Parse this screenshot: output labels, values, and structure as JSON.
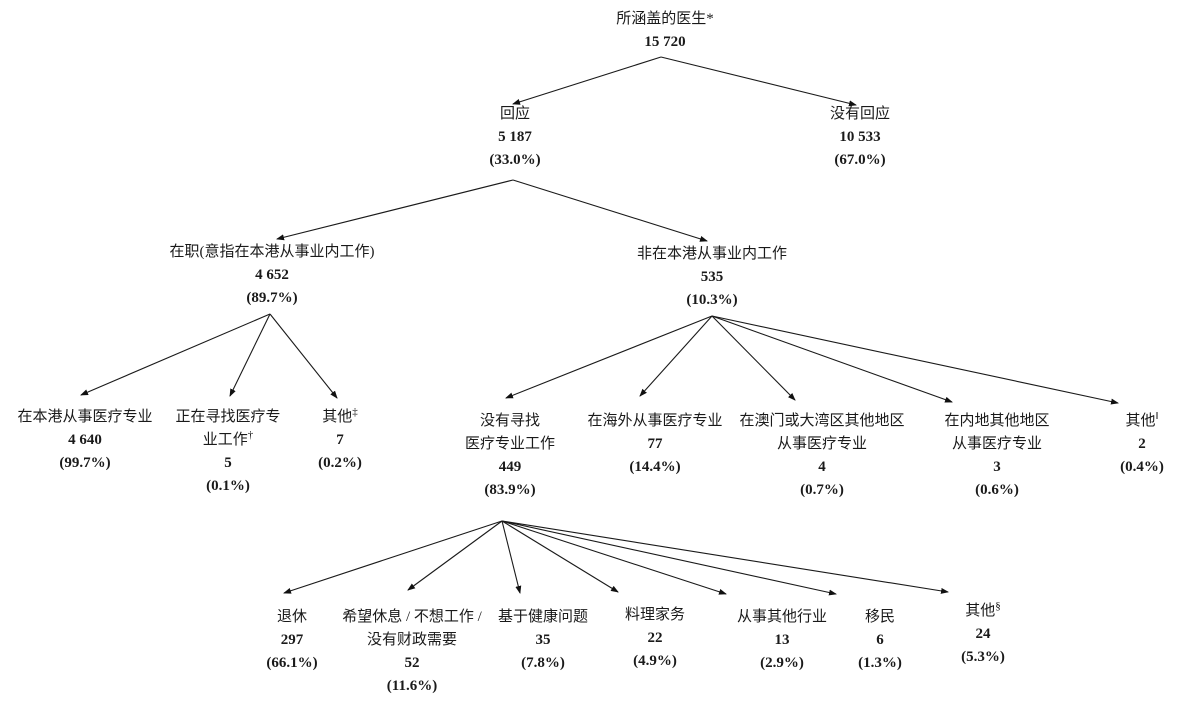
{
  "nodes": {
    "root": {
      "label": "所涵盖的医生*",
      "value": "15 720"
    },
    "responded": {
      "label": "回应",
      "value": "5 187",
      "pct": "(33.0%)"
    },
    "notResponded": {
      "label": "没有回应",
      "value": "10 533",
      "pct": "(67.0%)"
    },
    "working": {
      "label": "在职(意指在本港从事业内工作)",
      "value": "4 652",
      "pct": "(89.7%)"
    },
    "notWorkingHK": {
      "label": "非在本港从事业内工作",
      "value": "535",
      "pct": "(10.3%)"
    },
    "hkMedical": {
      "label": "在本港从事医疗专业",
      "value": "4 640",
      "pct": "(99.7%)"
    },
    "seekingWork": {
      "label1": "正在寻找医疗专",
      "label2": "业工作",
      "marker": "†",
      "value": "5",
      "pct": "(0.1%)"
    },
    "othersA": {
      "label": "其他",
      "marker": "‡",
      "value": "7",
      "pct": "(0.2%)"
    },
    "notSeeking": {
      "label1": "没有寻找",
      "label2": "医疗专业工作",
      "value": "449",
      "pct": "(83.9%)"
    },
    "overseas": {
      "label": "在海外从事医疗专业",
      "value": "77",
      "pct": "(14.4%)"
    },
    "macaoGBA": {
      "label1": "在澳门或大湾区其他地区",
      "label2": "从事医疗专业",
      "value": "4",
      "pct": "(0.7%)"
    },
    "mainland": {
      "label1": "在内地其他地区",
      "label2": "从事医疗专业",
      "value": "3",
      "pct": "(0.6%)"
    },
    "othersB": {
      "label": "其他",
      "marker": "‖",
      "value": "2",
      "pct": "(0.4%)"
    },
    "retired": {
      "label": "退休",
      "value": "297",
      "pct": "(66.1%)"
    },
    "wishRest": {
      "label1": "希望休息 / 不想工作 /",
      "label2": "没有财政需要",
      "value": "52",
      "pct": "(11.6%)"
    },
    "health": {
      "label": "基于健康问题",
      "value": "35",
      "pct": "(7.8%)"
    },
    "housework": {
      "label": "料理家务",
      "value": "22",
      "pct": "(4.9%)"
    },
    "otherIndustry": {
      "label": "从事其他行业",
      "value": "13",
      "pct": "(2.9%)"
    },
    "emigration": {
      "label": "移民",
      "value": "6",
      "pct": "(1.3%)"
    },
    "othersC": {
      "label": "其他",
      "marker": "§",
      "value": "24",
      "pct": "(5.3%)"
    }
  },
  "colors": {
    "line": "#1a1a1a",
    "text": "#1a1a1a",
    "background": "#ffffff"
  }
}
